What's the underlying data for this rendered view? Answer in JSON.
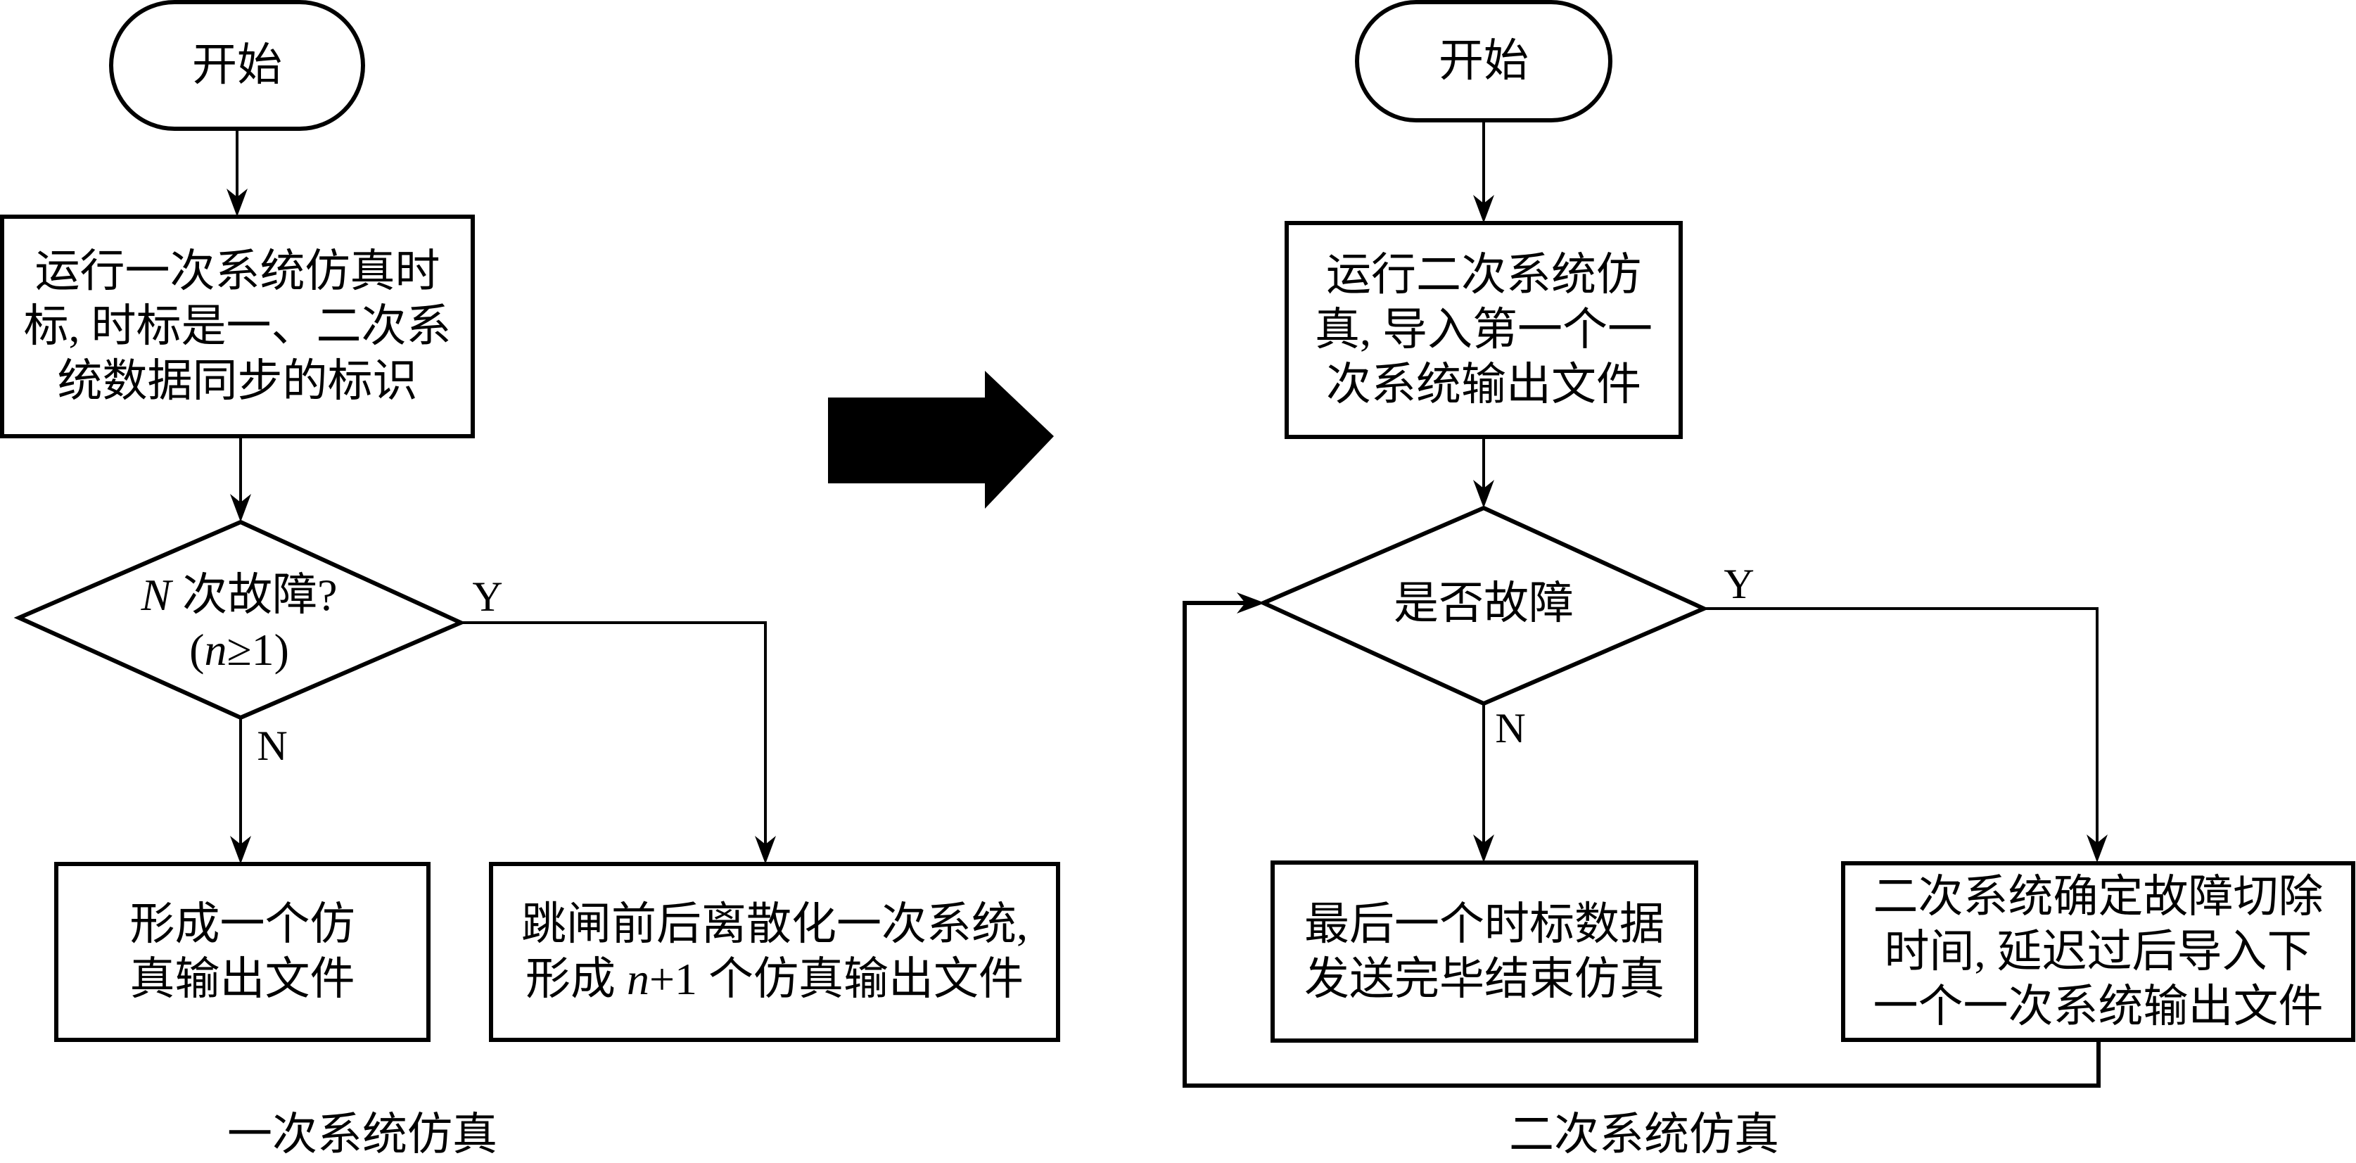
{
  "left_panel": {
    "caption": "一次系统仿真",
    "start": "开始",
    "step1": [
      "运行一次系统仿真时",
      "标, 时标是一、二次系",
      "统数据同步的标识"
    ],
    "decision": {
      "line1_var": "N",
      "line1_text": " 次故障?",
      "line2_open": "(",
      "line2_var": "n",
      "line2_text": "≥1)"
    },
    "yes_label": "Y",
    "no_label": "N",
    "no_result": [
      "形成一个仿",
      "真输出文件"
    ],
    "yes_result": {
      "line1": "跳闸前后离散化一次系统,",
      "line2_pre": "形成 ",
      "line2_var": "n",
      "line2_post": "+1 个仿真输出文件"
    }
  },
  "transition_arrow": "right-block-arrow",
  "right_panel": {
    "caption": "二次系统仿真",
    "start": "开始",
    "step1": [
      "运行二次系统仿",
      "真, 导入第一个一",
      "次系统输出文件"
    ],
    "decision": "是否故障",
    "yes_label": "Y",
    "no_label": "N",
    "no_result": [
      "最后一个时标数据",
      "发送完毕结束仿真"
    ],
    "yes_result": [
      "二次系统确定故障切除",
      "时间, 延迟过后导入下",
      "一个一次系统输出文件"
    ]
  }
}
